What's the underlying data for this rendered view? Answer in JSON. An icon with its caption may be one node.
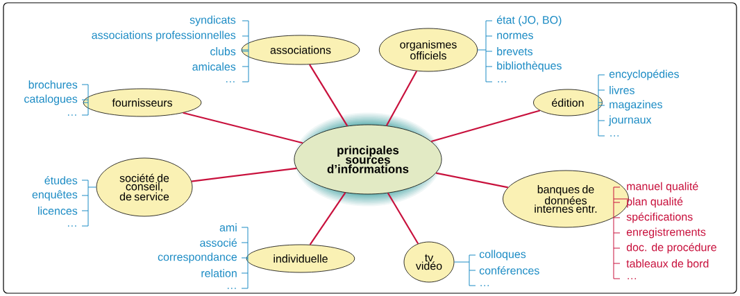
{
  "diagram": {
    "nodes": [
      {
        "text": [
          "principales sources d’informations"
        ]
      },
      {
        "text": [
          "associations"
        ],
        "beside": [
          "syndicats",
          "associations professionnelles",
          "clubs",
          "amicales",
          "…"
        ]
      },
      {
        "text": [
          "organismes officiels"
        ],
        "beside": [
          "état (JO, BO)",
          "normes",
          "brevets",
          "bibliothèques",
          "…"
        ]
      },
      {
        "text": [
          "édition"
        ],
        "beside": [
          "encyclopédies",
          "livres",
          "magazines",
          "journaux",
          "…"
        ]
      },
      {
        "text": [
          "banques de données internes entr."
        ],
        "beside": [
          "manuel qualité",
          "plan qualité",
          "spécifications",
          "enregistrements",
          "doc. de procédure",
          "tableaux de bord",
          "…"
        ]
      },
      {
        "text": [
          "tv vidéo"
        ],
        "beside": [
          "colloques",
          "conférences",
          "…"
        ]
      },
      {
        "text": [
          "individuelle"
        ],
        "beside": [
          "ami",
          "associé",
          "correspondance",
          "relation",
          "…"
        ]
      },
      {
        "text": [
          "société de conseil, de service"
        ],
        "beside": [
          "études",
          "enquêtes",
          "licences",
          "…"
        ]
      },
      {
        "text": [
          "fournisseurs"
        ],
        "beside": [
          "brochures",
          "catalogues",
          "…"
        ]
      }
    ],
    "edges": [
      {
        "from": 0,
        "to": 1,
        "arrow": "none"
      },
      {
        "from": 0,
        "to": 2,
        "arrow": "none"
      },
      {
        "from": 0,
        "to": 3,
        "arrow": "none"
      },
      {
        "from": 0,
        "to": 4,
        "arrow": "none"
      },
      {
        "from": 0,
        "to": 5,
        "arrow": "none"
      },
      {
        "from": 0,
        "to": 6,
        "arrow": "none"
      },
      {
        "from": 0,
        "to": 7,
        "arrow": "none"
      },
      {
        "from": 0,
        "to": 8,
        "arrow": "none"
      }
    ]
  }
}
